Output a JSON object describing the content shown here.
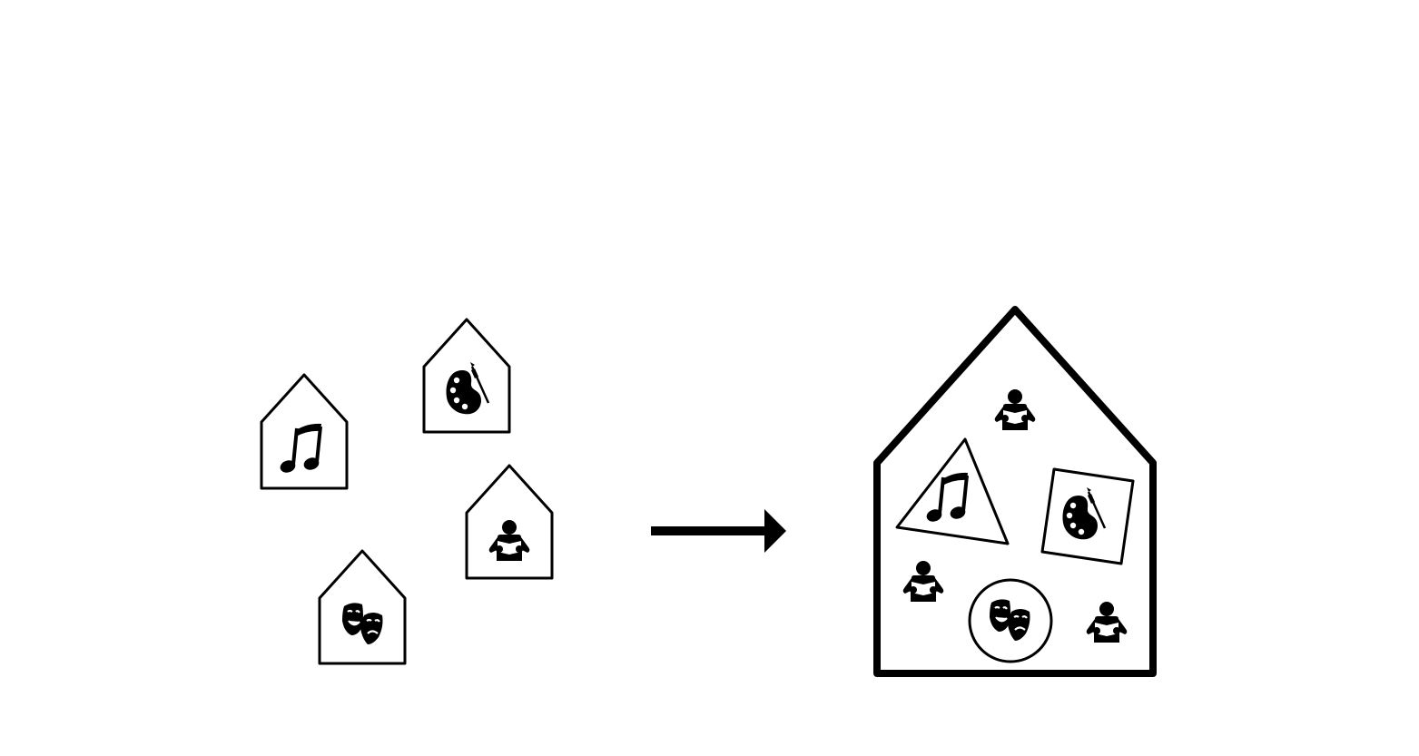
{
  "diagram": {
    "stroke_color": "#000000",
    "background_color": "#ffffff",
    "source_houses": [
      {
        "name": "music-house",
        "icon": "music-note-icon"
      },
      {
        "name": "art-house",
        "icon": "art-palette-icon"
      },
      {
        "name": "reading-house",
        "icon": "reader-icon"
      },
      {
        "name": "theater-house",
        "icon": "theater-masks-icon"
      }
    ],
    "transition_icon": "arrow-right-icon",
    "combined_house": {
      "name": "combined-house",
      "contents": [
        {
          "name": "music-zone-triangle",
          "icon": "music-note-icon"
        },
        {
          "name": "art-zone-square",
          "icon": "art-palette-icon"
        },
        {
          "name": "theater-zone-circle",
          "icon": "theater-masks-icon"
        },
        {
          "name": "reader",
          "icon": "reader-icon"
        },
        {
          "name": "reader",
          "icon": "reader-icon"
        },
        {
          "name": "reader",
          "icon": "reader-icon"
        }
      ]
    }
  }
}
